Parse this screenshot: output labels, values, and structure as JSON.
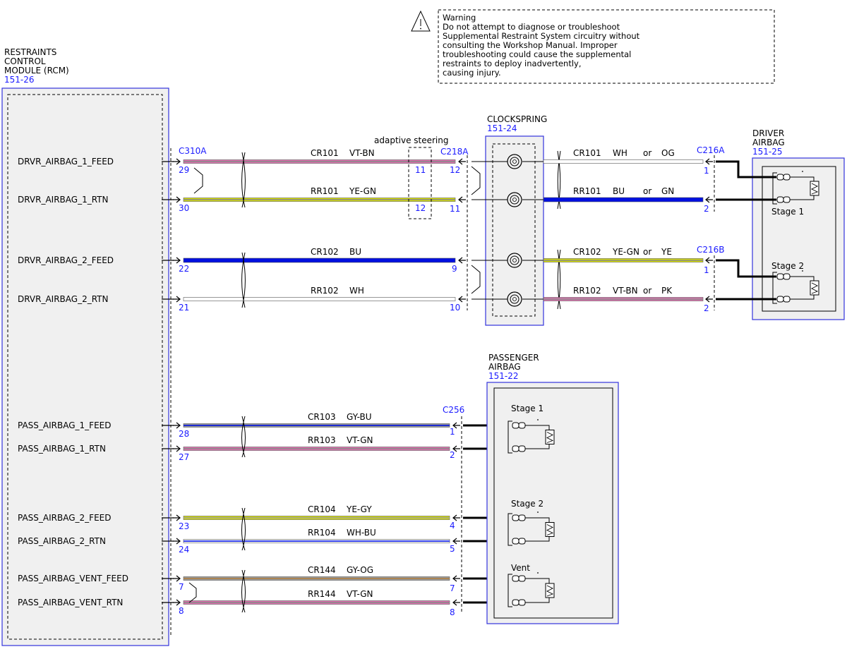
{
  "warning": {
    "lines": [
      "Warning",
      "Do not attempt to diagnose or troubleshoot",
      "Supplemental Restraint System circuitry without",
      "consulting the Workshop Manual. Improper",
      "troubleshooting could cause the supplemental",
      "restraints to deploy inadvertently,",
      "causing injury."
    ],
    "icon": "warning-triangle-icon"
  },
  "rcm": {
    "title_lines": [
      "RESTRAINTS",
      "CONTROL",
      "MODULE (RCM)"
    ],
    "ref": "151-26",
    "signals": [
      "DRVR_AIRBAG_1_FEED",
      "DRVR_AIRBAG_1_RTN",
      "DRVR_AIRBAG_2_FEED",
      "DRVR_AIRBAG_2_RTN",
      "PASS_AIRBAG_1_FEED",
      "PASS_AIRBAG_1_RTN",
      "PASS_AIRBAG_2_FEED",
      "PASS_AIRBAG_2_RTN",
      "PASS_AIRBAG_VENT_FEED",
      "PASS_AIRBAG_VENT_RTN"
    ],
    "connector": "C310A",
    "pins": [
      "29",
      "30",
      "22",
      "21",
      "28",
      "27",
      "23",
      "24",
      "7",
      "8"
    ]
  },
  "adaptive_steering": {
    "label": "adaptive steering",
    "pins": [
      "11",
      "12"
    ]
  },
  "c218a": {
    "connector": "C218A",
    "pins": [
      "12",
      "11",
      "9",
      "10"
    ]
  },
  "c256": {
    "connector": "C256",
    "pins": [
      "1",
      "2",
      "4",
      "5",
      "7",
      "8"
    ]
  },
  "circuits_left": [
    {
      "circuit": "CR101",
      "color": "VT-BN"
    },
    {
      "circuit": "RR101",
      "color": "YE-GN"
    },
    {
      "circuit": "CR102",
      "color": "BU"
    },
    {
      "circuit": "RR102",
      "color": "WH"
    },
    {
      "circuit": "CR103",
      "color": "GY-BU"
    },
    {
      "circuit": "RR103",
      "color": "VT-GN"
    },
    {
      "circuit": "CR104",
      "color": "YE-GY"
    },
    {
      "circuit": "RR104",
      "color": "WH-BU"
    },
    {
      "circuit": "CR144",
      "color": "GY-OG"
    },
    {
      "circuit": "RR144",
      "color": "VT-GN"
    }
  ],
  "circuits_right": [
    {
      "circuit": "CR101",
      "color": "WH",
      "or": "or",
      "alt": "OG"
    },
    {
      "circuit": "RR101",
      "color": "BU",
      "or": "or",
      "alt": "GN"
    },
    {
      "circuit": "CR102",
      "color": "YE-GN",
      "or": "or",
      "alt": "YE"
    },
    {
      "circuit": "RR102",
      "color": "VT-BN",
      "or": "or",
      "alt": "PK"
    }
  ],
  "clockspring": {
    "title": "CLOCKSPRING",
    "ref": "151-24"
  },
  "driver_airbag": {
    "title_lines": [
      "DRIVER",
      "AIRBAG"
    ],
    "ref": "151-25",
    "stages": [
      "Stage 1",
      "Stage 2"
    ],
    "connectors": [
      {
        "name": "C216A",
        "pins": [
          "1",
          "2"
        ]
      },
      {
        "name": "C216B",
        "pins": [
          "1",
          "2"
        ]
      }
    ]
  },
  "passenger_airbag": {
    "title_lines": [
      "PASSENGER",
      "AIRBAG"
    ],
    "ref": "151-22",
    "stages": [
      "Stage 1",
      "Stage 2",
      "Vent"
    ]
  },
  "colors": {
    "ref_blue": "#1a1aff",
    "component_box": "#3333dd",
    "component_fill": "#f0f0f0",
    "VT": "#e070b0",
    "YE": "#d8e000",
    "BU": "#0010e0",
    "WH": "#ffffff",
    "GY": "#9a9a9a",
    "OG": "#b08040"
  }
}
